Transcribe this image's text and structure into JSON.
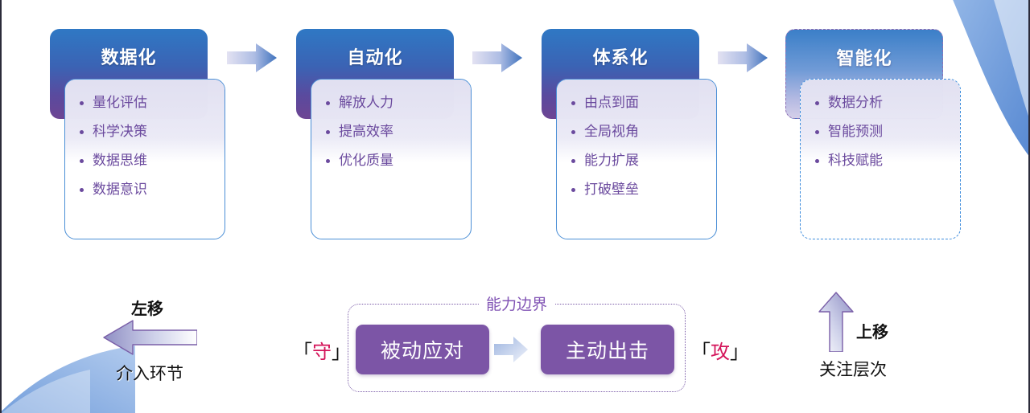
{
  "palette": {
    "header_blue": "#2f78c4",
    "header_purple": "#6d4593",
    "body_border": "#4b8fd6",
    "bullet_text": "#6b4a9e",
    "chip_purple": "#7c55a6",
    "boundary_purple": "#8255b5",
    "accent_crimson": "#d4145a",
    "future_dash": "#3f8ddd",
    "decor_blue": "#6f9ede"
  },
  "stages": [
    {
      "title": "数据化",
      "future": false,
      "bullets": [
        "量化评估",
        "科学决策",
        "数据思维",
        "数据意识"
      ]
    },
    {
      "title": "自动化",
      "future": false,
      "bullets": [
        "解放人力",
        "提高效率",
        "优化质量"
      ]
    },
    {
      "title": "体系化",
      "future": false,
      "bullets": [
        "由点到面",
        "全局视角",
        "能力扩展",
        "打破壁垒"
      ]
    },
    {
      "title": "智能化",
      "future": true,
      "bullets": [
        "数据分析",
        "智能预测",
        "科技赋能"
      ]
    }
  ],
  "flow_arrows": [
    {
      "icon": "arrow-right-icon"
    },
    {
      "icon": "arrow-right-icon"
    },
    {
      "icon": "arrow-right-icon"
    }
  ],
  "bottom": {
    "left_axis": {
      "direction_label": "左移",
      "dimension_label": "介入环节",
      "icon": "arrow-left-icon"
    },
    "right_axis": {
      "direction_label": "上移",
      "dimension_label": "关注层次",
      "icon": "arrow-up-icon"
    },
    "boundary": {
      "legend": "能力边界",
      "defense_mark": {
        "open": "「",
        "char": "守",
        "close": "」"
      },
      "offense_mark": {
        "open": "「",
        "char": "攻",
        "close": "」"
      },
      "states": [
        {
          "label": "被动应对"
        },
        {
          "label": "主动出击"
        }
      ],
      "transition_icon": "arrow-right-icon"
    }
  }
}
